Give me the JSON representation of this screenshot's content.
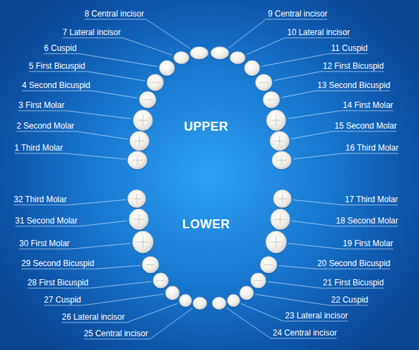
{
  "diagram": {
    "labels": [
      "8 Central incisor",
      "9 Central incisor",
      "7 Lateral incisor",
      "10 Lateral incisor",
      "6 Cuspid",
      "11 Cuspid",
      "5 First Bicuspid",
      "12 First Bicuspid",
      "4 Second Bicuspid",
      "13 Second Bicuspid",
      "3 First Molar",
      "14 First Molar",
      "2 Second Molar",
      "UPPER",
      "15 Second Molar",
      "1 Third Molar",
      "16 Third Molar",
      "32 Third Molar",
      "17 Third Molar",
      "31 Second Molar",
      "LOWER",
      "18 Second Molar",
      "30 First Molar",
      "19 First Molar",
      "29 Second Bicuspid",
      "20 Second Bicuspid",
      "28 First Bicuspid",
      "21 First Bicuspid",
      "27 Cuspid",
      "22 Cuspid",
      "26 Lateral incisor",
      "23 Lateral incisor",
      "25 Central incisor",
      "24 Central incisor"
    ]
  }
}
